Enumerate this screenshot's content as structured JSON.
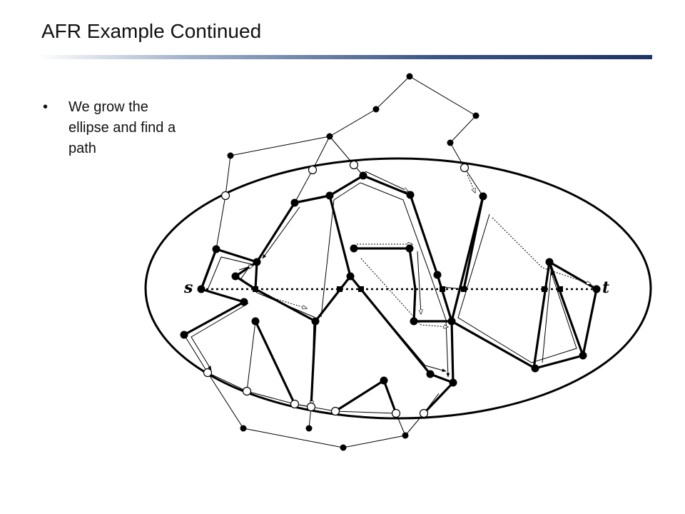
{
  "slide": {
    "title": "AFR Example Continued",
    "bullets": [
      {
        "marker": "•",
        "text": "We grow the ellipse and find a path"
      }
    ]
  },
  "diagram": {
    "source_label": "s",
    "target_label": "t",
    "colors": {
      "line": "#000000",
      "node_filled": "#000000",
      "node_open": "#ffffff"
    }
  }
}
